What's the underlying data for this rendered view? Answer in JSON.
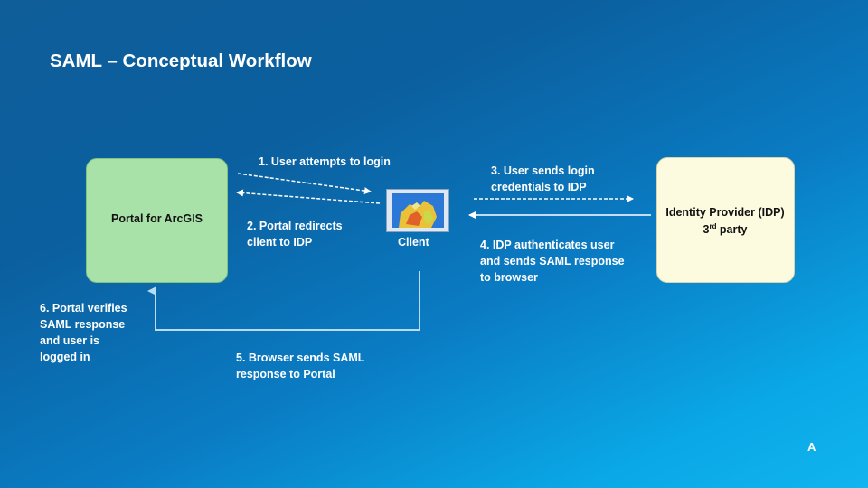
{
  "title": "SAML – Conceptual Workflow",
  "nodes": {
    "portal": {
      "label": "Portal for ArcGIS",
      "color": "#a9e2a9"
    },
    "client": {
      "label": "Client"
    },
    "idp": {
      "label_line1": "Identity Provider (IDP)",
      "label_line2_num": "3",
      "label_line2_sup": "rd",
      "label_line2_rest": " party",
      "color": "#fcfadf"
    }
  },
  "steps": {
    "s1": "1. User attempts to login",
    "s2_l1": "2. Portal redirects",
    "s2_l2": "client to IDP",
    "s3_l1": "3. User sends login",
    "s3_l2": "credentials to IDP",
    "s4_l1": "4. IDP authenticates user",
    "s4_l2": "and sends SAML response",
    "s4_l3": "to browser",
    "s5_l1": "5. Browser sends SAML",
    "s5_l2": "response to Portal",
    "s6_l1": "6. Portal verifies",
    "s6_l2": "SAML response",
    "s6_l3": "and user is",
    "s6_l4": "logged in"
  },
  "footer_logo": "A",
  "colors": {
    "connector": "#ffffff",
    "return_path": "#b8dcf5"
  }
}
